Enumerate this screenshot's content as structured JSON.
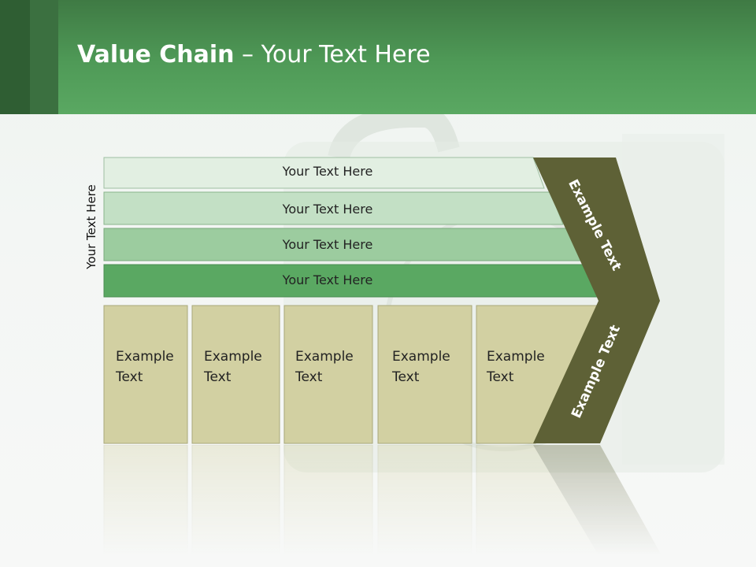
{
  "header": {
    "title_bold": "Value Chain",
    "title_rest": " – Your Text Here"
  },
  "side_label": "Your Text Here",
  "bars": [
    {
      "label": "Your Text Here",
      "color": "#e2efe2"
    },
    {
      "label": "Your Text Here",
      "color": "#c3e0c5"
    },
    {
      "label": "Your Text Here",
      "color": "#9ccc9f"
    },
    {
      "label": "Your Text Here",
      "color": "#5aa862"
    }
  ],
  "boxes": [
    {
      "line1": "Example",
      "line2": "Text"
    },
    {
      "line1": "Example",
      "line2": "Text"
    },
    {
      "line1": "Example",
      "line2": "Text"
    },
    {
      "line1": "Example",
      "line2": "Text"
    },
    {
      "line1": "Example",
      "line2": "Text"
    }
  ],
  "chevron": {
    "upper_label": "Example Text",
    "lower_label": "Example Text",
    "color": "#5e6136"
  },
  "colors": {
    "box_fill": "#d2d0a2",
    "box_stroke": "#a9a87a"
  }
}
